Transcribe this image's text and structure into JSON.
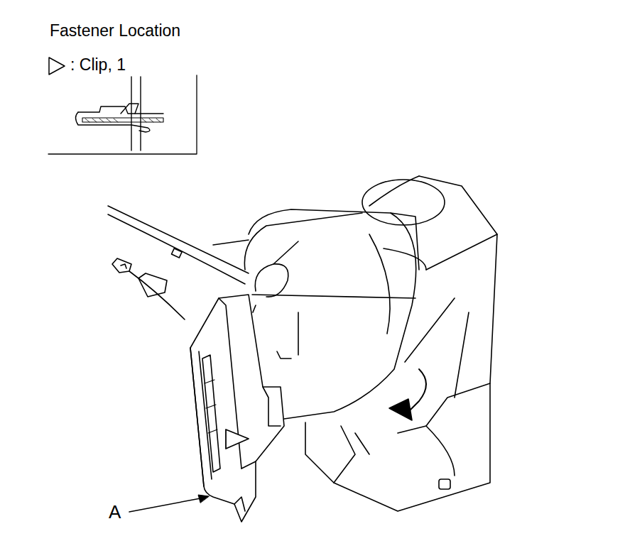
{
  "diagram": {
    "title": "Fastener Location",
    "labels": [
      ": Clip, 1",
      "A"
    ]
  }
}
